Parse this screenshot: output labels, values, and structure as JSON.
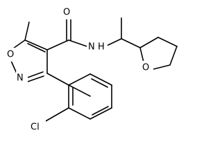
{
  "molecule": {
    "atoms": {
      "oxygen_ring": "O",
      "nitrogen_ring": "N",
      "carbonyl_oxygen": "O",
      "amide_nitrogen": "N",
      "amide_hydrogen": "H",
      "thf_oxygen": "O",
      "chlorine": "Cl"
    }
  },
  "colors": {
    "bond": "#000000",
    "background": "#ffffff"
  }
}
